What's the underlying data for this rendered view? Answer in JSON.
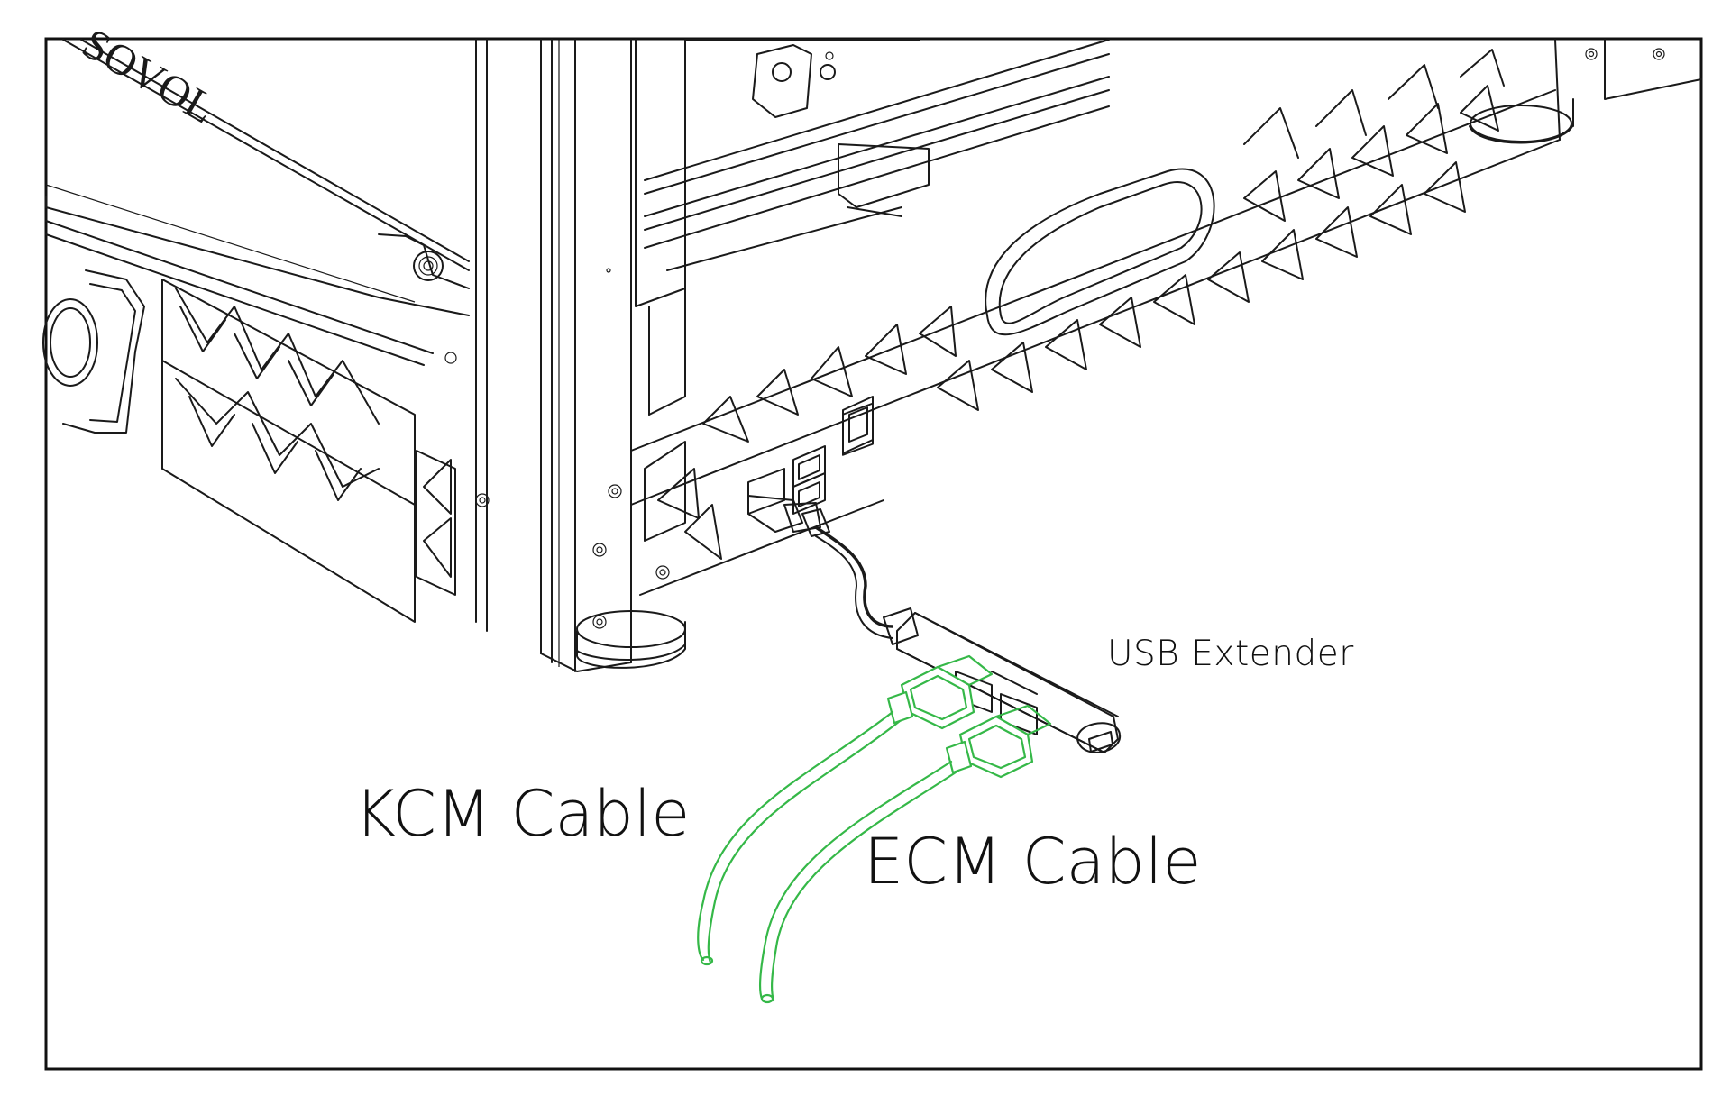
{
  "labels": {
    "usb_extender": "USB Extender",
    "kcm_cable": "KCM Cable",
    "ecm_cable": "ECM Cable"
  },
  "brand_text": "SOVOL",
  "colors": {
    "line": "#1a1a1a",
    "cable_highlight": "#35b848",
    "background": "#ffffff"
  }
}
